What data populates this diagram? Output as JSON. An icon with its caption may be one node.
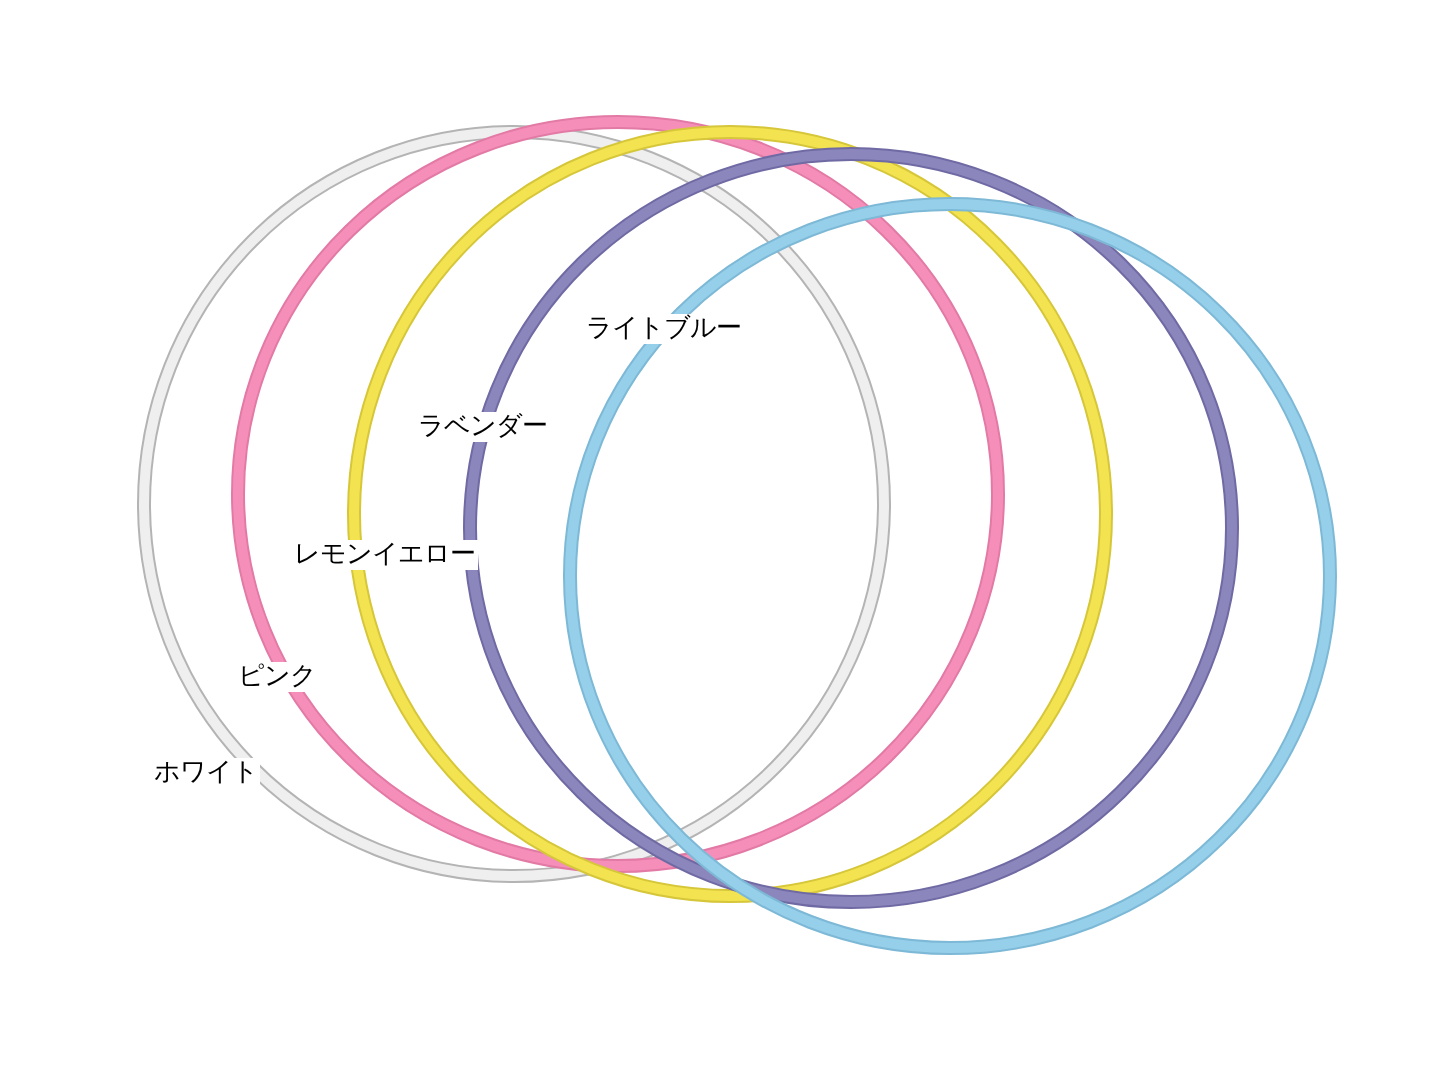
{
  "diagram": {
    "nodes": [
      {
        "text": [],
        "shape": "circle"
      },
      {
        "text": [],
        "shape": "circle"
      },
      {
        "text": [],
        "shape": "circle"
      },
      {
        "text": [],
        "shape": "circle"
      },
      {
        "text": [],
        "shape": "circle"
      }
    ],
    "labels": [
      "ライトブルー",
      "ラベンダー",
      "レモンイエロー",
      "ピンク",
      "ホワイト"
    ]
  }
}
